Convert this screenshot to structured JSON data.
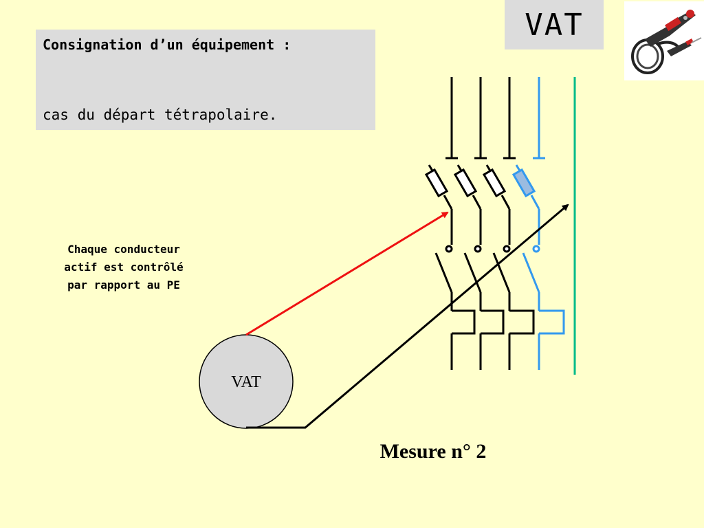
{
  "title": {
    "line1": "Consignation d’un équipement :",
    "line2": "cas du départ tétrapolaire."
  },
  "badge": "VAT",
  "photo": {
    "icon": "voltage-tester-photo"
  },
  "note": {
    "line1": "Chaque conducteur",
    "line2": "actif est contrôlé",
    "line3": "par rapport au PE"
  },
  "tester_label": "VAT",
  "caption": "Mesure n° 2",
  "colors": {
    "background": "#ffffcc",
    "panel": "#dcdcdc",
    "phase": "#000000",
    "neutral": "#3399ee",
    "earth": "#00bb88",
    "probe_red": "#ee1111",
    "fuse_neutral": "#9bbbe0"
  }
}
